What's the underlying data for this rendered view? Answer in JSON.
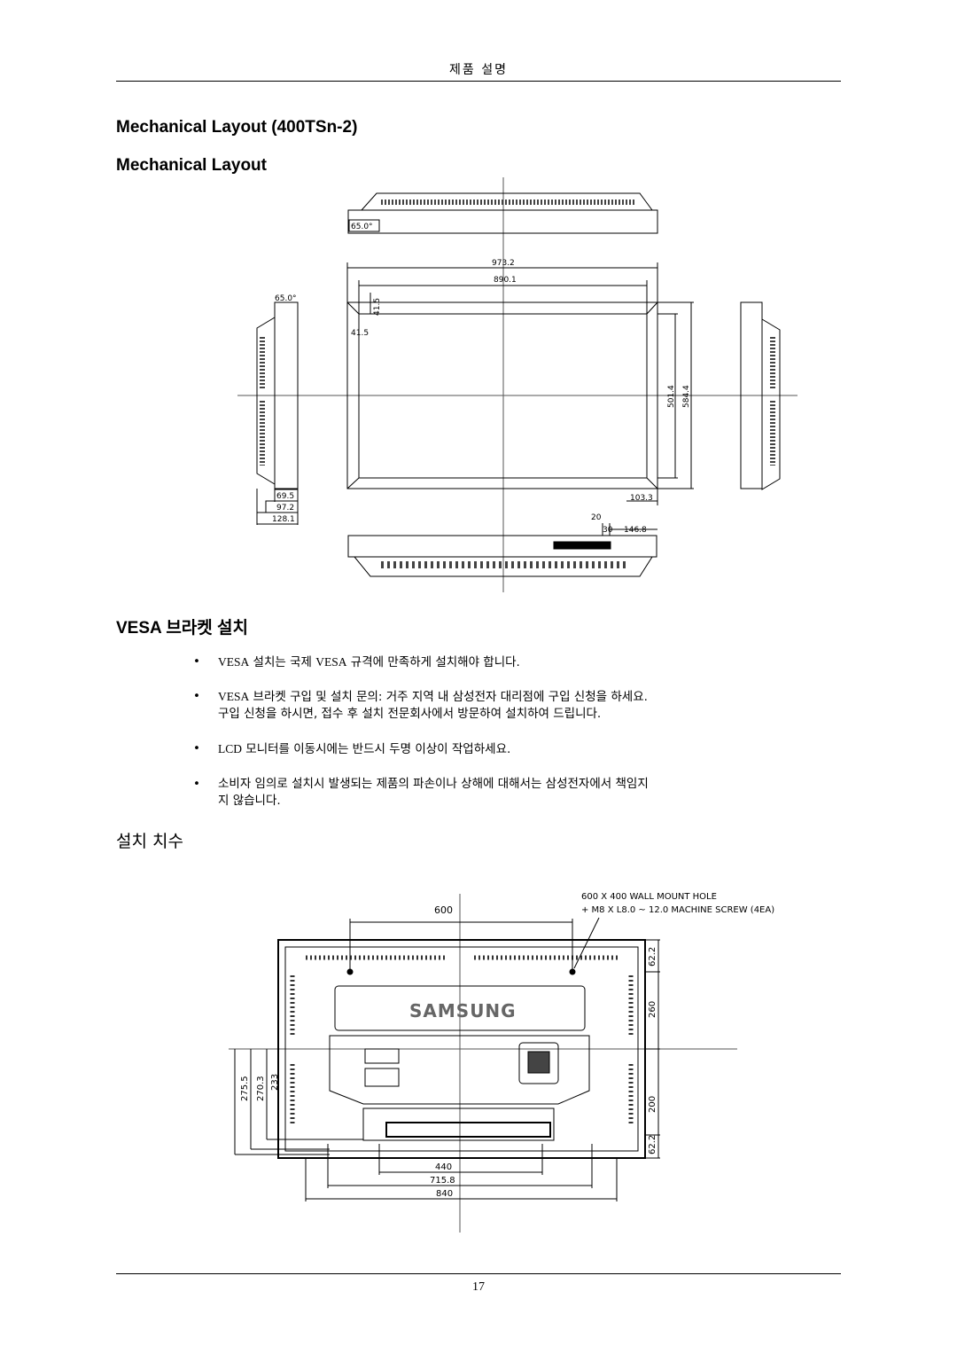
{
  "header": {
    "title": "제품 설명"
  },
  "section1": {
    "title": "Mechanical Layout (400TSn-2)",
    "subtitle": "Mechanical Layout"
  },
  "layout_dims": {
    "angle_top": "65.0°",
    "angle_left": "65.0°",
    "width_outer": "973.2",
    "width_inner": "890.1",
    "bezel_top": "41.5",
    "bezel_left": "41.5",
    "height_inner": "501.4",
    "height_outer": "584.4",
    "depth_1": "69.5",
    "depth_2": "97.2",
    "depth_3": "128.1",
    "bottom_right": "103.3",
    "dim_20": "20",
    "dim_30": "30",
    "dim_146": "146.8"
  },
  "vesa": {
    "title": "VESA 브라켓 설치",
    "bullets": [
      {
        "prefix": "VESA",
        "text": " 설치는 국제 "
      },
      {
        "prefix": "VESA",
        "text": " 브라켓 구입 및 설치 문의: 거주 지역 내 삼성전자 대리점에 구입 신청을 하세요."
      },
      {
        "prefix": "LCD",
        "text": " 모니터를 이동시에는 반드시 두명 이상이 작업하세요."
      },
      {
        "prefix": "",
        "text": "소비자 임의로 설치시 발생되는 제품의 파손이나 상해에 대해서는 삼성전자에서 책임지"
      }
    ],
    "bullet1_mid": "VESA",
    "bullet1_end": " 규격에 만족하게 설치해야 합니다.",
    "bullet2_line2": "구입 신청을 하시면, 접수 후 설치 전문회사에서 방문하여 설치하여 드립니다.",
    "bullet4_line2": "지 않습니다."
  },
  "section3": {
    "title": "설치 치수"
  },
  "mount_dims": {
    "note_line1": "600 X 400 WALL MOUNT HOLE",
    "note_line2": "+ M8 X L8.0 ~ 12.0 MACHINE SCREW (4EA)",
    "top_width": "600",
    "brand": "SAMSUNG",
    "right_1": "62.2",
    "right_2": "260",
    "right_3": "200",
    "right_4": "62.2",
    "left_1": "275.5",
    "left_2": "270.3",
    "left_3": "233",
    "bottom_1": "440",
    "bottom_2": "715.8",
    "bottom_3": "840"
  },
  "footer": {
    "page": "17"
  }
}
